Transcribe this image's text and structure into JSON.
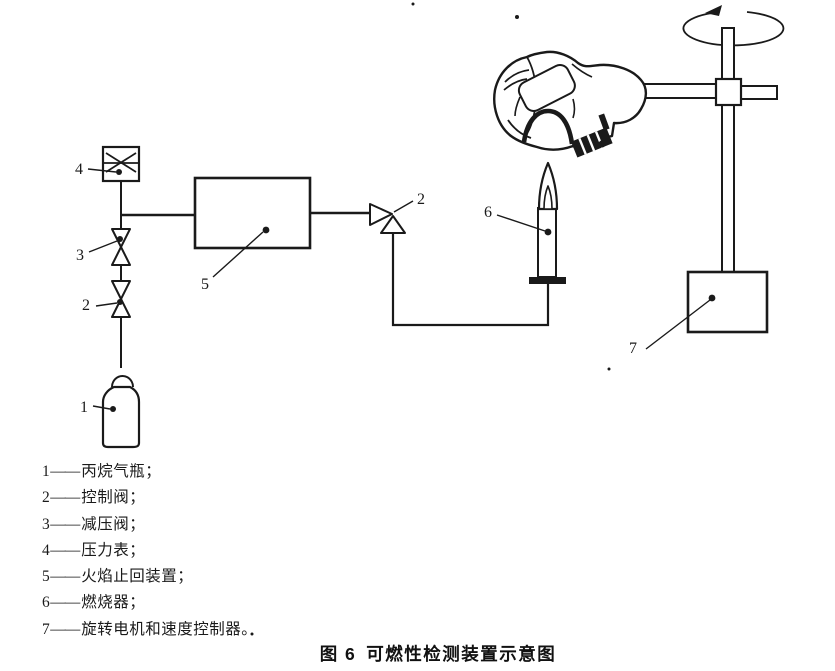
{
  "caption": {
    "figure_no": "图 6",
    "title": "可燃性检测装置示意图"
  },
  "legend": {
    "items": [
      {
        "num": "1",
        "sep": "——",
        "name": "丙烷气瓶；"
      },
      {
        "num": "2",
        "sep": "——",
        "name": "控制阀；"
      },
      {
        "num": "3",
        "sep": "——",
        "name": "减压阀；"
      },
      {
        "num": "4",
        "sep": "——",
        "name": "压力表；"
      },
      {
        "num": "5",
        "sep": "——",
        "name": "火焰止回装置；"
      },
      {
        "num": "6",
        "sep": "——",
        "name": "燃烧器；"
      },
      {
        "num": "7",
        "sep": "——",
        "name": "旋转电机和速度控制器。"
      }
    ]
  },
  "diagram": {
    "labels": {
      "bottle": "1",
      "control_valve_left": "2",
      "reducing_valve": "3",
      "pressure_gauge": "4",
      "flame_arrester": "5",
      "control_valve_right": "2",
      "burner": "6",
      "motor_controller": "7"
    }
  },
  "colors": {
    "ink": "#1a1a1a",
    "paper": "#ffffff"
  }
}
